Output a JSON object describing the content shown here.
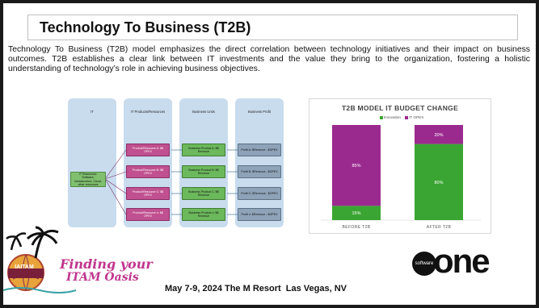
{
  "slide": {
    "title": "Technology To Business (T2B)",
    "description": "Technology To Business (T2B) model emphasizes the direct correlation between technology initiatives and their impact on business outcomes. T2B establishes a clear link between IT investments and the value they bring to the organization, fostering a holistic understanding of technology’s role in achieving business objectives."
  },
  "diagram": {
    "columns": [
      "IT",
      "IT Products/Resources",
      "Business Units",
      "Business Profit"
    ],
    "it_node": "IT Resources: Software, Infrastructure, Cloud, other resources",
    "resources": [
      "Product/Resource A: $$ OPEX",
      "Product/Resource B: $$ OPEX",
      "Product/Resource C: $$ OPEX",
      "Product/Resource n: $$ OPEX"
    ],
    "business_products": [
      "Business Product A: $$ Revenue",
      "Business Product B: $$ Revenue",
      "Business Product C: $$ Revenue",
      "Business Product n: $$ Revenue"
    ],
    "profits": [
      "Profit A: $Revenue - $OPEX",
      "Profit B: $Revenue - $OPEX",
      "Profit C: $Revenue - $OPEX",
      "Profit n: $Revenue - $OPEX"
    ]
  },
  "chart_data": {
    "type": "bar",
    "stacked": true,
    "title": "T2B MODEL IT BUDGET CHANGE",
    "categories": [
      "BEFORE T2B",
      "AFTER T2B"
    ],
    "series": [
      {
        "name": "Innovation",
        "values": [
          15,
          80
        ],
        "color": "#3aa532"
      },
      {
        "name": "IT OPEX",
        "values": [
          85,
          20
        ],
        "color": "#9b2a8f"
      }
    ],
    "value_labels": [
      [
        "15%",
        "80%"
      ],
      [
        "85%",
        "20%"
      ]
    ],
    "ylim": [
      0,
      100
    ],
    "legend": "top",
    "grid": false
  },
  "footer": {
    "event_line1": "Finding your",
    "event_line2": "ITAM Oasis",
    "event_badge": "IAITAM",
    "event_text": "May 7-9, 2024  The M Resort ⁣ Las Vegas, NV",
    "brand_badge": "software",
    "brand_word": "one"
  },
  "colors": {
    "innovation": "#3aa532",
    "opex": "#9b2a8f",
    "column_bg": "#c9dcee"
  }
}
